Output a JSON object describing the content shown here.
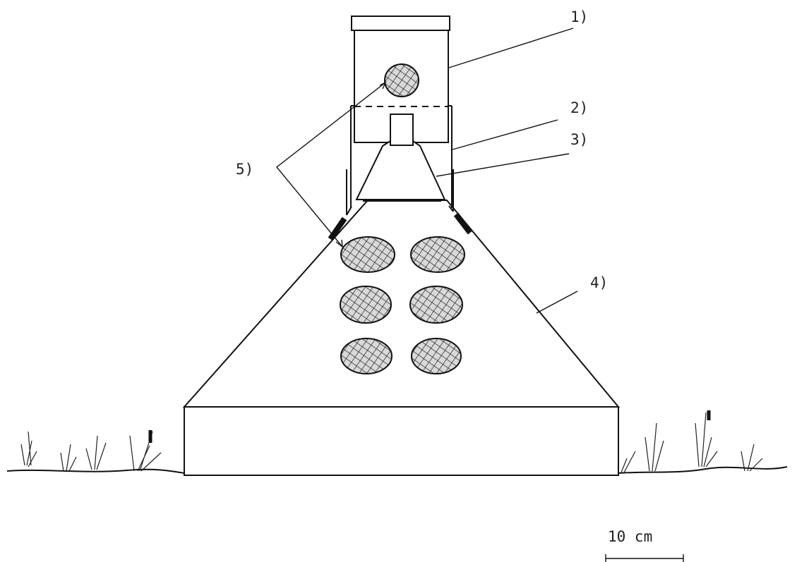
{
  "labels": {
    "l1": "1)",
    "l2": "2)",
    "l3": "3)",
    "l4": "4)",
    "l5": "5)"
  },
  "scale_bar": {
    "text": "10 cm"
  }
}
